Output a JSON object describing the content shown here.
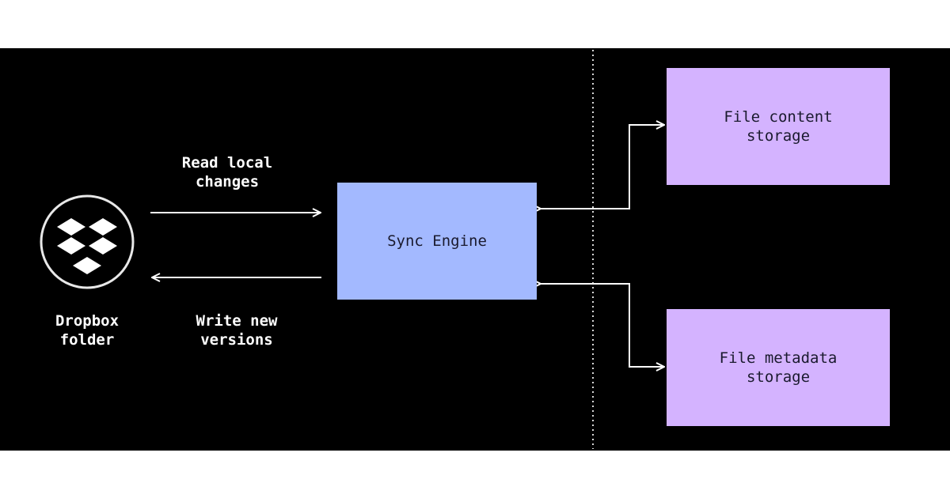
{
  "colors": {
    "background": "#000000",
    "page": "#ffffff",
    "sync_engine": "#a3b9ff",
    "storage": "#d4b3ff",
    "line": "#ffffff"
  },
  "nodes": {
    "dropbox_folder": {
      "icon": "dropbox-logo-icon",
      "label_line1": "Dropbox",
      "label_line2": "folder"
    },
    "sync_engine": {
      "label": "Sync Engine"
    },
    "file_content_storage": {
      "label_line1": "File content",
      "label_line2": "storage"
    },
    "file_metadata_storage": {
      "label_line1": "File metadata",
      "label_line2": "storage"
    }
  },
  "edges": {
    "read_local_changes": {
      "label_line1": "Read local",
      "label_line2": "changes"
    },
    "write_new_versions": {
      "label_line1": "Write new",
      "label_line2": "versions"
    }
  }
}
